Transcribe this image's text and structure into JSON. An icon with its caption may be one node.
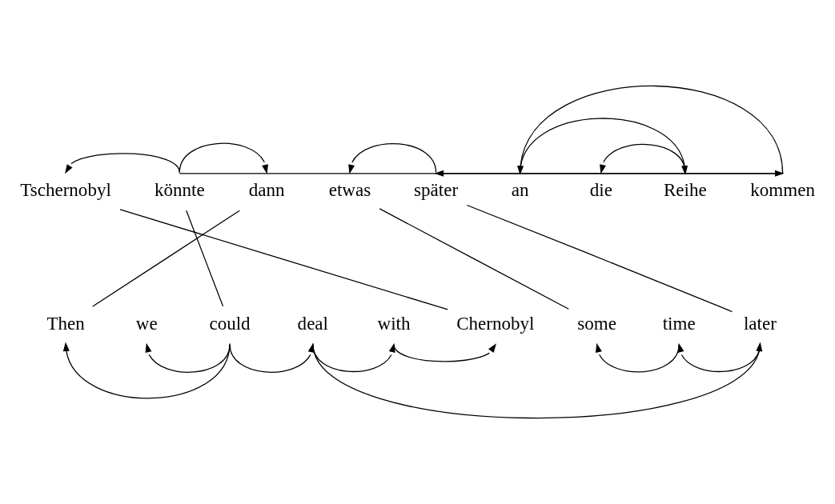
{
  "diagram": {
    "nodes": [
      {
        "text": [
          "Tschernobyl"
        ]
      },
      {
        "text": [
          "könnte"
        ]
      },
      {
        "text": [
          "dann"
        ]
      },
      {
        "text": [
          "etwas"
        ]
      },
      {
        "text": [
          "später"
        ]
      },
      {
        "text": [
          "an"
        ]
      },
      {
        "text": [
          "die"
        ]
      },
      {
        "text": [
          "Reihe"
        ]
      },
      {
        "text": [
          "kommen"
        ]
      },
      {
        "text": [
          "Then"
        ]
      },
      {
        "text": [
          "we"
        ]
      },
      {
        "text": [
          "could"
        ]
      },
      {
        "text": [
          "deal"
        ]
      },
      {
        "text": [
          "with"
        ]
      },
      {
        "text": [
          "Chernobyl"
        ]
      },
      {
        "text": [
          "some"
        ]
      },
      {
        "text": [
          "time"
        ]
      },
      {
        "text": [
          "later"
        ]
      }
    ],
    "edges": [
      {
        "from": 1,
        "to": 0,
        "arrow": "to"
      },
      {
        "from": 1,
        "to": 2,
        "arrow": "to"
      },
      {
        "from": 1,
        "to": 8,
        "arrow": "to"
      },
      {
        "from": 4,
        "to": 3,
        "arrow": "to"
      },
      {
        "from": 8,
        "to": 4,
        "arrow": "to"
      },
      {
        "from": 8,
        "to": 5,
        "arrow": "to"
      },
      {
        "from": 5,
        "to": 7,
        "arrow": "to"
      },
      {
        "from": 7,
        "to": 6,
        "arrow": "to"
      },
      {
        "from": 11,
        "to": 9,
        "arrow": "to"
      },
      {
        "from": 11,
        "to": 10,
        "arrow": "to"
      },
      {
        "from": 11,
        "to": 12,
        "arrow": "to"
      },
      {
        "from": 12,
        "to": 13,
        "arrow": "to"
      },
      {
        "from": 13,
        "to": 14,
        "arrow": "to"
      },
      {
        "from": 12,
        "to": 17,
        "arrow": "to"
      },
      {
        "from": 16,
        "to": 15,
        "arrow": "to"
      },
      {
        "from": 17,
        "to": 16,
        "arrow": "to"
      },
      {
        "from": 0,
        "to": 14,
        "arrow": "none"
      },
      {
        "from": 1,
        "to": 11,
        "arrow": "none"
      },
      {
        "from": 2,
        "to": 9,
        "arrow": "none"
      },
      {
        "from": 3,
        "to": 15,
        "arrow": "none"
      },
      {
        "from": 4,
        "to": 17,
        "arrow": "none"
      }
    ]
  }
}
